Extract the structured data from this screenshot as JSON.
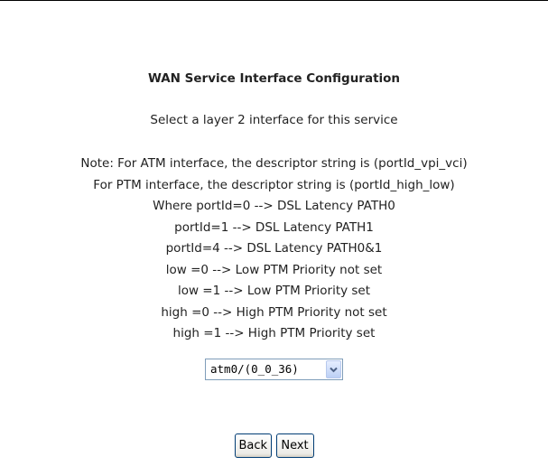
{
  "page": {
    "title": "WAN Service Interface Configuration",
    "subtitle": "Select a layer 2 interface for this service"
  },
  "notes": [
    "Note: For ATM interface, the descriptor string is (portId_vpi_vci)",
    "For PTM interface, the descriptor string is (portId_high_low)",
    "Where portId=0 --> DSL Latency PATH0",
    "portId=1 --> DSL Latency PATH1",
    "portId=4 --> DSL Latency PATH0&1",
    "low =0 --> Low PTM Priority not set",
    "low =1 --> Low PTM Priority set",
    "high =0 --> High PTM Priority not set",
    "high =1 --> High PTM Priority set"
  ],
  "interface_select": {
    "selected": "atm0/(0_0_36)",
    "icon": "chevron-down-icon"
  },
  "buttons": {
    "back_label": "Back",
    "next_label": "Next"
  }
}
